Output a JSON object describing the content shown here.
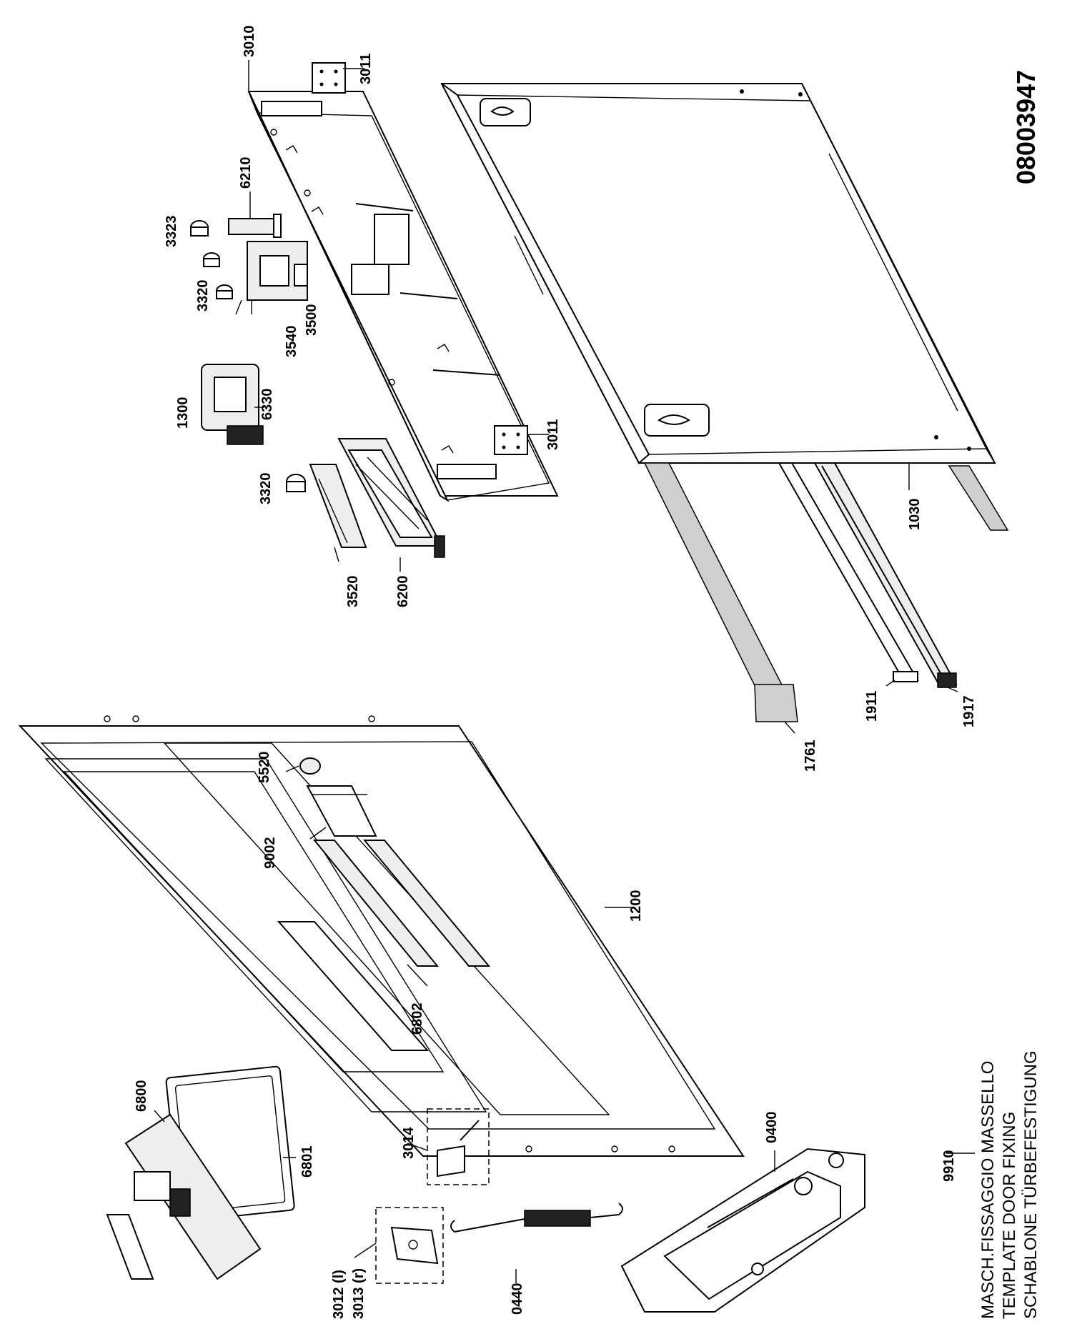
{
  "drawing": {
    "number": "08003947",
    "template_code": "9910",
    "template_lines": [
      "MASCH.FISSAGGIO MASSELLO",
      "TEMPLATE DOOR FIXING",
      "SCHABLONE TÜRBEFESTIGUNG"
    ]
  },
  "parts": {
    "p3010": "3010",
    "p3011a": "3011",
    "p3011b": "3011",
    "p6210": "6210",
    "p3323": "3323",
    "p3320a": "3320",
    "p3500": "3500",
    "p3540": "3540",
    "p1300": "1300",
    "p6330": "6330",
    "p3320b": "3320",
    "p3520": "3520",
    "p6200": "6200",
    "p1030": "1030",
    "p1911": "1911",
    "p1917": "1917",
    "p1761": "1761",
    "p5520": "5520",
    "p9002": "9002",
    "p1200": "1200",
    "p6802": "6802",
    "p6800": "6800",
    "p6801": "6801",
    "p3014": "3014",
    "p0400": "0400",
    "p0440": "0440",
    "p3012": "3012 (l)",
    "p3013": "3013 (r)"
  }
}
